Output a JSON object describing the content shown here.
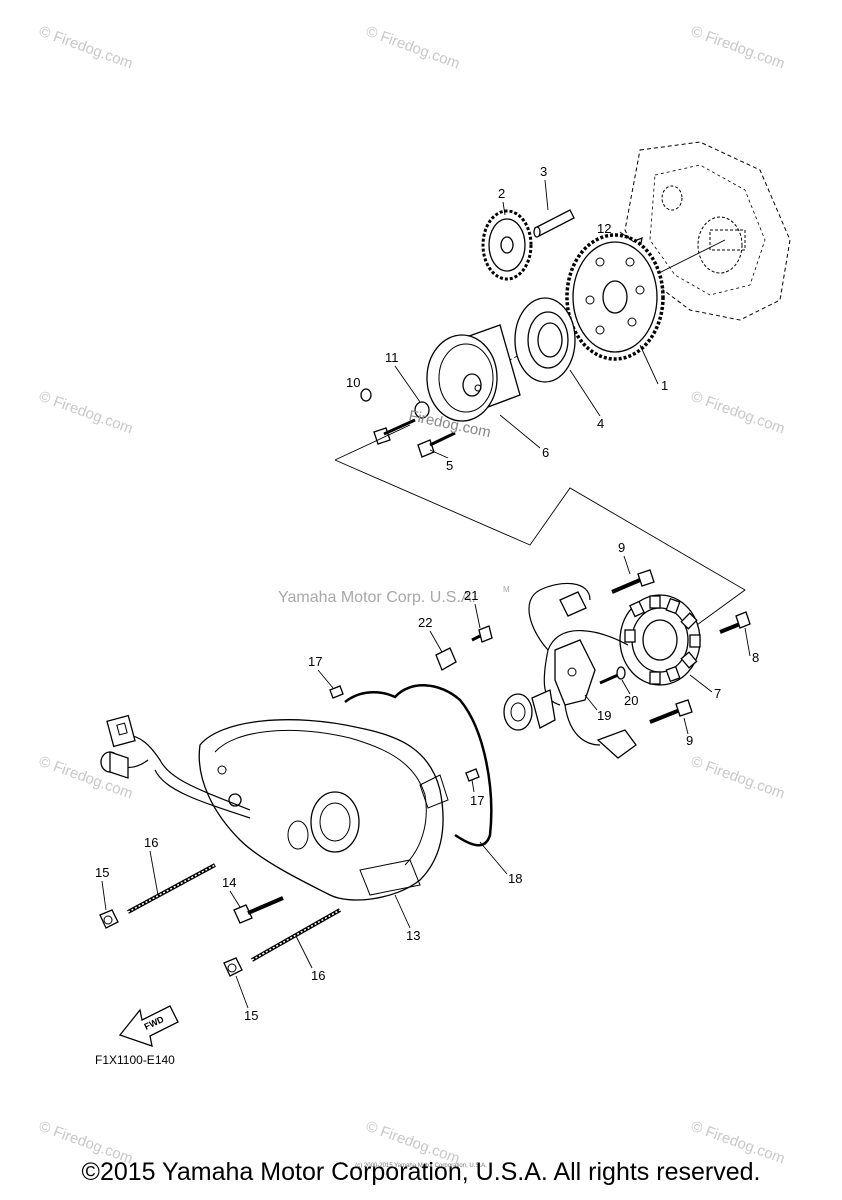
{
  "watermark": {
    "text": "Firedog.com",
    "symbol": "©"
  },
  "center_watermark": "Yamaha Motor Corp. U.S.A.",
  "center_watermark_mark": "M",
  "callouts": {
    "c1": "1",
    "c2": "2",
    "c3": "3",
    "c4": "4",
    "c5": "5",
    "c6": "6",
    "c7": "7",
    "c8": "8",
    "c9a": "9",
    "c9b": "9",
    "c10": "10",
    "c11": "11",
    "c12": "12",
    "c13": "13",
    "c14": "14",
    "c15a": "15",
    "c15b": "15",
    "c16a": "16",
    "c16b": "16",
    "c17a": "17",
    "c17b": "17",
    "c18": "18",
    "c19": "19",
    "c20": "20",
    "c21": "21",
    "c22": "22"
  },
  "fwd_label": "FWD",
  "diagram_code": "F1X1100-E140",
  "small_credit": "(c) 2000-2015 Yamaha Motor Corporation, U.S.A.",
  "copyright": "©2015 Yamaha Motor Corporation, U.S.A. All rights reserved.",
  "inline_watermark": "Firedog.com"
}
